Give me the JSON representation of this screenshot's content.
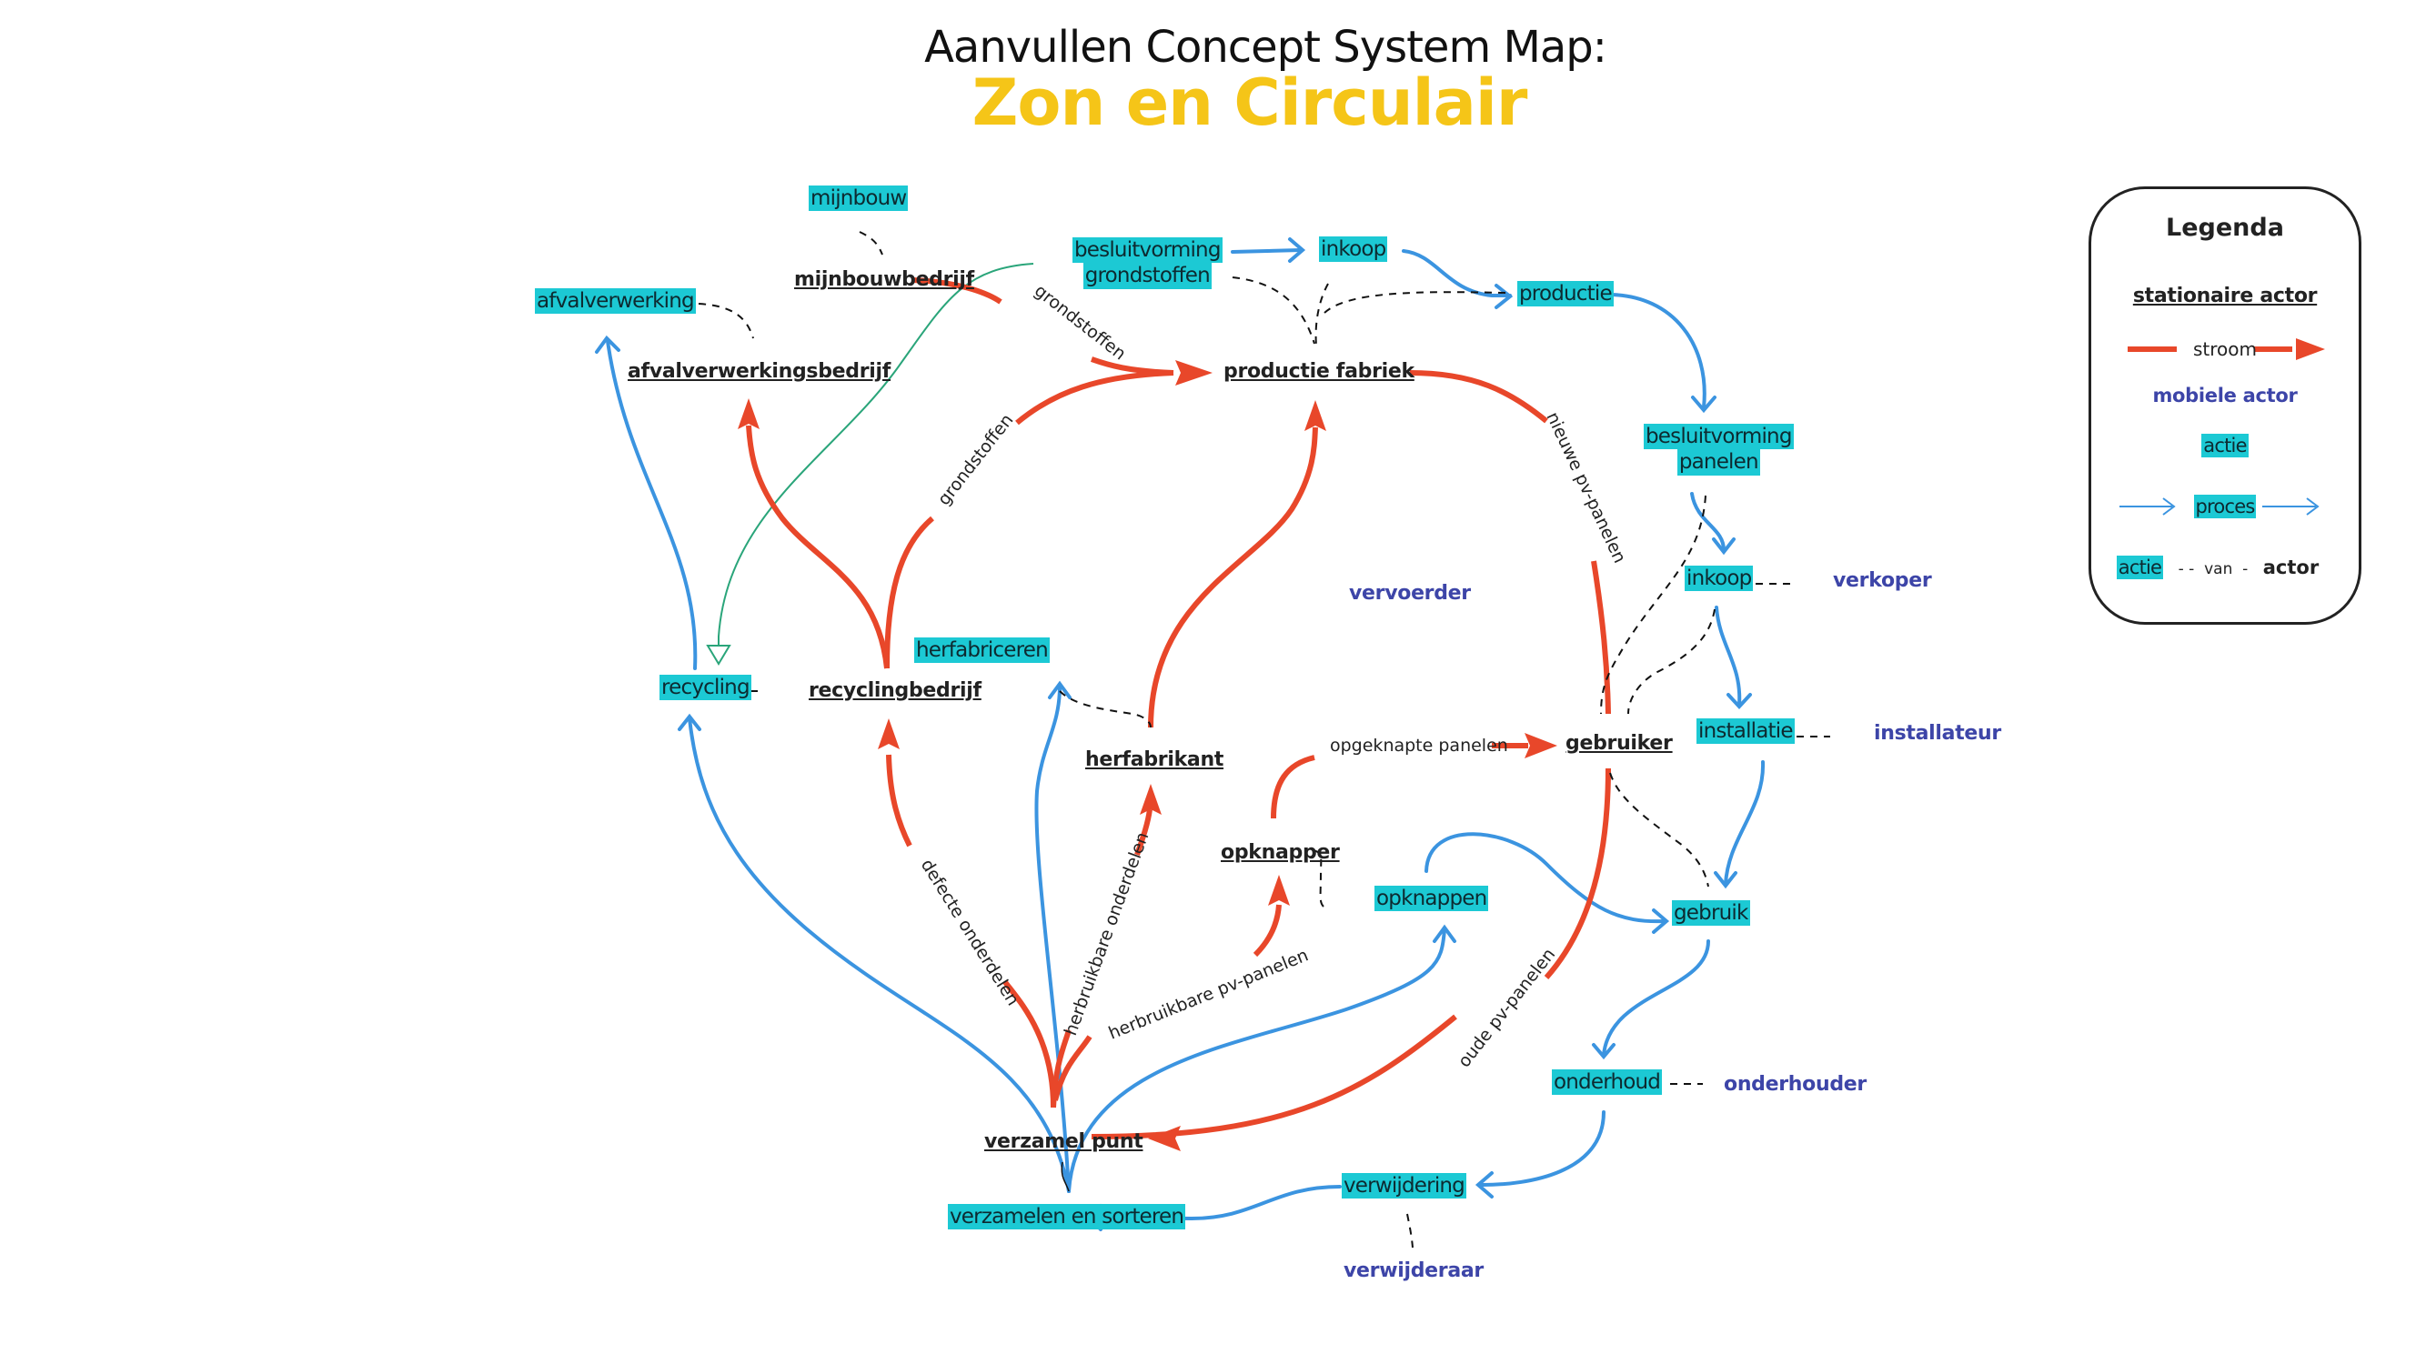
{
  "title": {
    "line1": "Aanvullen Concept System Map:",
    "line2": "Zon en Circulair"
  },
  "colors": {
    "actie_bg": "#1cc9d4",
    "stroom": "#e8472a",
    "proces": "#3b94e0",
    "mobiele_actor": "#3d45a8",
    "title_accent": "#f5c518",
    "green_link": "#2aa57a"
  },
  "acties": {
    "mijnbouw": "mijnbouw",
    "afvalverwerking": "afvalverwerking",
    "besluitvorming_grondstoffen_1": "besluitvorming",
    "besluitvorming_grondstoffen_2": "grondstoffen",
    "inkoop_grondstoffen": "inkoop",
    "productie": "productie",
    "besluitvorming_panelen_1": "besluitvorming",
    "besluitvorming_panelen_2": "panelen",
    "inkoop_panelen": "inkoop",
    "installatie": "installatie",
    "gebruik": "gebruik",
    "onderhoud": "onderhoud",
    "verwijdering": "verwijdering",
    "verzamelen_en_sorteren": "verzamelen en sorteren",
    "recycling": "recycling",
    "herfabriceren": "herfabriceren",
    "opknappen": "opknappen"
  },
  "stationaire_actoren": {
    "mijnbouwbedrijf": "mijnbouwbedrijf",
    "afvalverwerkingsbedrijf": "afvalverwerkingsbedrijf",
    "productie_fabriek": "productie fabriek",
    "recyclingbedrijf": "recyclingbedrijf",
    "herfabrikant": "herfabrikant",
    "opknapper": "opknapper",
    "gebruiker": "gebruiker",
    "verzamel_punt": "verzamel punt"
  },
  "mobiele_actoren": {
    "vervoerder": "vervoerder",
    "verkoper": "verkoper",
    "installateur": "installateur",
    "onderhouder": "onderhouder",
    "verwijderaar": "verwijderaar"
  },
  "stromen": {
    "grondstoffen_mijn": "grondstoffen",
    "grondstoffen_recycling": "grondstoffen",
    "nieuwe_pv_panelen": "nieuwe pv-panelen",
    "opgeknapte_panelen": "opgeknapte panelen",
    "oude_pv_panelen": "oude pv-panelen",
    "defecte_onderdelen": "defecte onderdelen",
    "herbruikbare_onderdelen": "herbruikbare onderdelen",
    "herbruikbare_pv_panelen": "herbruikbare pv-panelen"
  },
  "legend": {
    "title": "Legenda",
    "stationaire_actor": "stationaire actor",
    "stroom": "stroom",
    "mobiele_actor": "mobiele actor",
    "actie": "actie",
    "proces": "proces",
    "actie_van_actie": "actie",
    "actie_van_van": "- -  van  -",
    "actie_van_actor": "actor"
  }
}
